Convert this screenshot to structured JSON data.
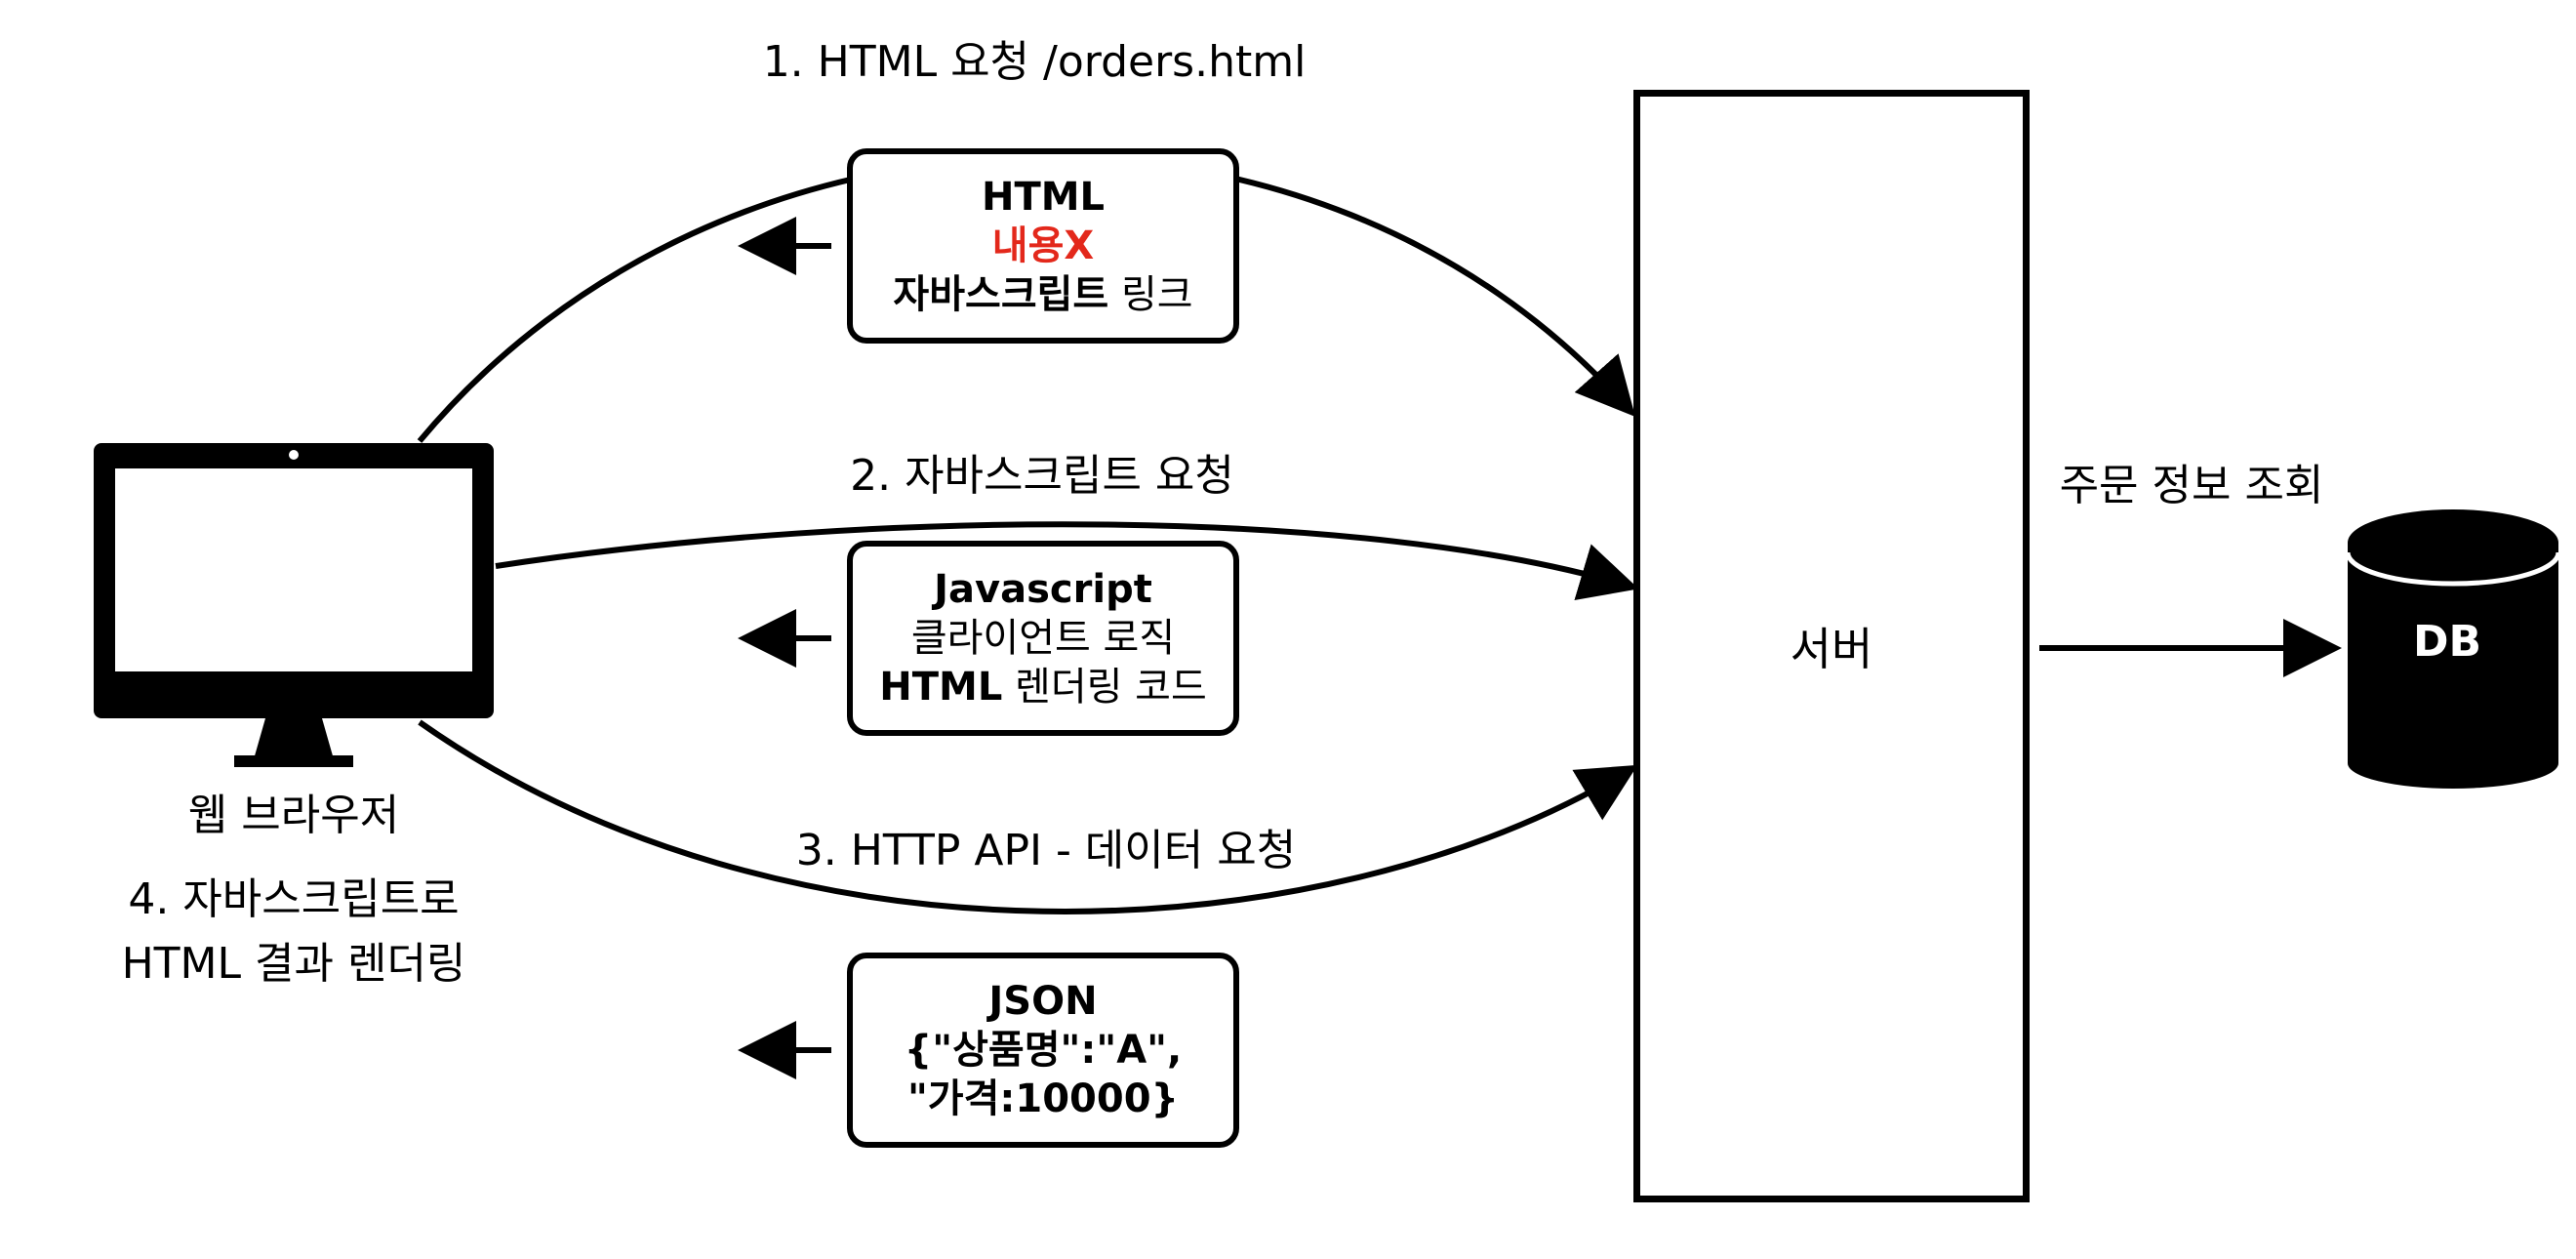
{
  "arrows": {
    "html_request": "1. HTML 요청 /orders.html",
    "js_request": "2. 자바스크립트 요청",
    "api_request": "3. HTTP API -  데이터 요청",
    "db_query": "주문 정보 조회"
  },
  "client": {
    "label": "웹 브라우저",
    "render_line1": "4. 자바스크립트로",
    "render_line2": "HTML 결과 렌더링"
  },
  "server": {
    "label": "서버"
  },
  "db": {
    "label": "DB"
  },
  "responses": {
    "html": {
      "line1": "HTML",
      "line2": "내용X",
      "line3_bold": "자바스크립트",
      "line3_rest": " 링크"
    },
    "js": {
      "line1": "Javascript",
      "line2": "클라이언트 로직",
      "line3_bold": "HTML",
      "line3_rest": " 렌더링 코드"
    },
    "json": {
      "line1": "JSON",
      "line2": "{\"상품명\":\"A\",",
      "line3": "\"가격:10000}"
    }
  },
  "colors": {
    "highlight": "#e3281b",
    "ink": "#000000"
  },
  "icons": {
    "client": "monitor-icon",
    "db": "database-cylinder-icon"
  }
}
